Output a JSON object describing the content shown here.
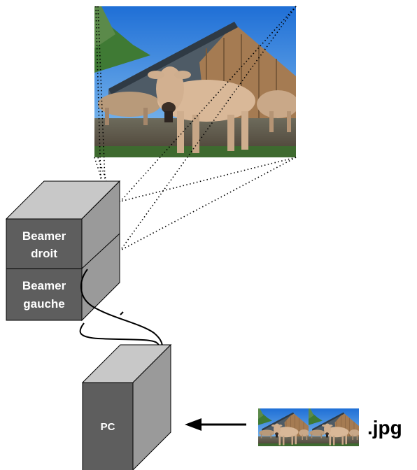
{
  "labels": {
    "beamer_right_line1": "Beamer",
    "beamer_right_line2": "droit",
    "beamer_left_line1": "Beamer",
    "beamer_left_line2": "gauche",
    "pc": "PC",
    "file_ext": ".jpg"
  },
  "colors": {
    "box_front": "#5e5e5e",
    "box_side": "#9a9a9a",
    "box_top": "#c8c8c8",
    "outline": "#000000"
  },
  "icons": {
    "projected_image": "cow-photo",
    "file_thumbnails": "cow-photo-pair",
    "arrow": "arrow-left"
  }
}
